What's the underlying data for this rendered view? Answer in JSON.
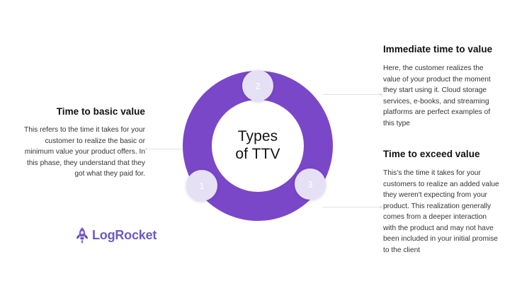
{
  "page": {
    "background_color": "#ffffff",
    "accent_purple": "#7a47c9",
    "badge_fill": "#e6e0f5",
    "connector_color": "#e2e2e2"
  },
  "diagram": {
    "center_title_line1": "Types",
    "center_title_line2": "of TTV",
    "badges": [
      {
        "number": "1",
        "position": "bottom-left"
      },
      {
        "number": "2",
        "position": "top"
      },
      {
        "number": "3",
        "position": "bottom-right"
      }
    ]
  },
  "blocks": {
    "left": {
      "heading": "Time to basic value",
      "body": "This refers to the time it takes for your customer to realize the basic or minimum value your product offers. In this phase, they understand that they got what they paid for."
    },
    "right_top": {
      "heading": "Immediate time to value",
      "body": "Here, the customer realizes the value of your product the moment they start using it. Cloud storage services, e-books, and streaming platforms are perfect examples of this type"
    },
    "right_bottom": {
      "heading": "Time to exceed value",
      "body": "This's the time it takes for your customers to realize an added value they weren't expecting from your product. This realization generally comes from a deeper interaction with the product and may not have been included in your initial promise to the client"
    }
  },
  "logo": {
    "wordmark": "LogRocket",
    "mark_color": "#6d5ac4"
  }
}
